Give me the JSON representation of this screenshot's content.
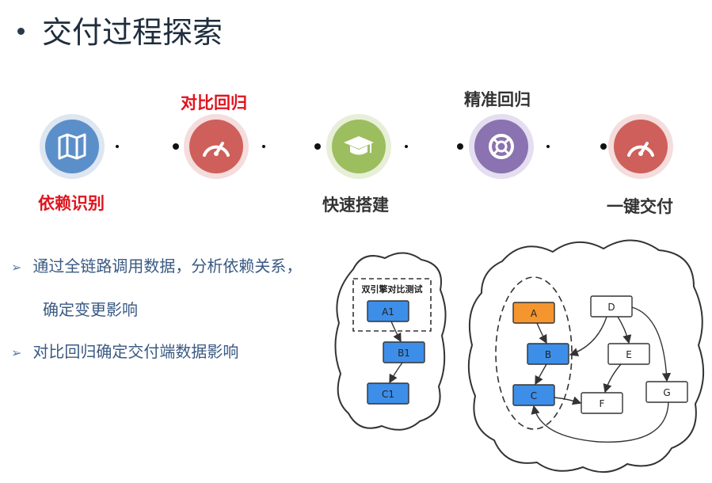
{
  "title": "交付过程探索",
  "steps": [
    {
      "label": "依赖识别",
      "icon": "map-icon",
      "color": "#5b8fc9",
      "halo": "#dde6f1"
    },
    {
      "label": "对比回归",
      "icon": "gauge-icon",
      "color": "#cf5f5a",
      "halo": "#f4dddc"
    },
    {
      "label": "快速搭建",
      "icon": "graduation-cap-icon",
      "color": "#9cbe5f",
      "halo": "#e7efd8"
    },
    {
      "label": "精准回归",
      "icon": "lifebuoy-icon",
      "color": "#8a73b0",
      "halo": "#e4def0"
    },
    {
      "label": "一键交付",
      "icon": "gauge-icon",
      "color": "#cf5f5a",
      "halo": "#f4dddc"
    }
  ],
  "bullets": {
    "line1": "通过全链路调用数据，分析依赖关系，",
    "line1b": "确定变更影响",
    "line2": "对比回归确定交付端数据影响"
  },
  "left_diagram": {
    "group_label": "双引擎对比测试",
    "nodes": [
      "A1",
      "B1",
      "C1"
    ]
  },
  "right_diagram": {
    "nodes": [
      "A",
      "B",
      "C",
      "D",
      "E",
      "F",
      "G"
    ]
  },
  "colors": {
    "node_blue": "#3d8ee8",
    "node_orange": "#f5952e",
    "label_red": "#e0141e"
  }
}
